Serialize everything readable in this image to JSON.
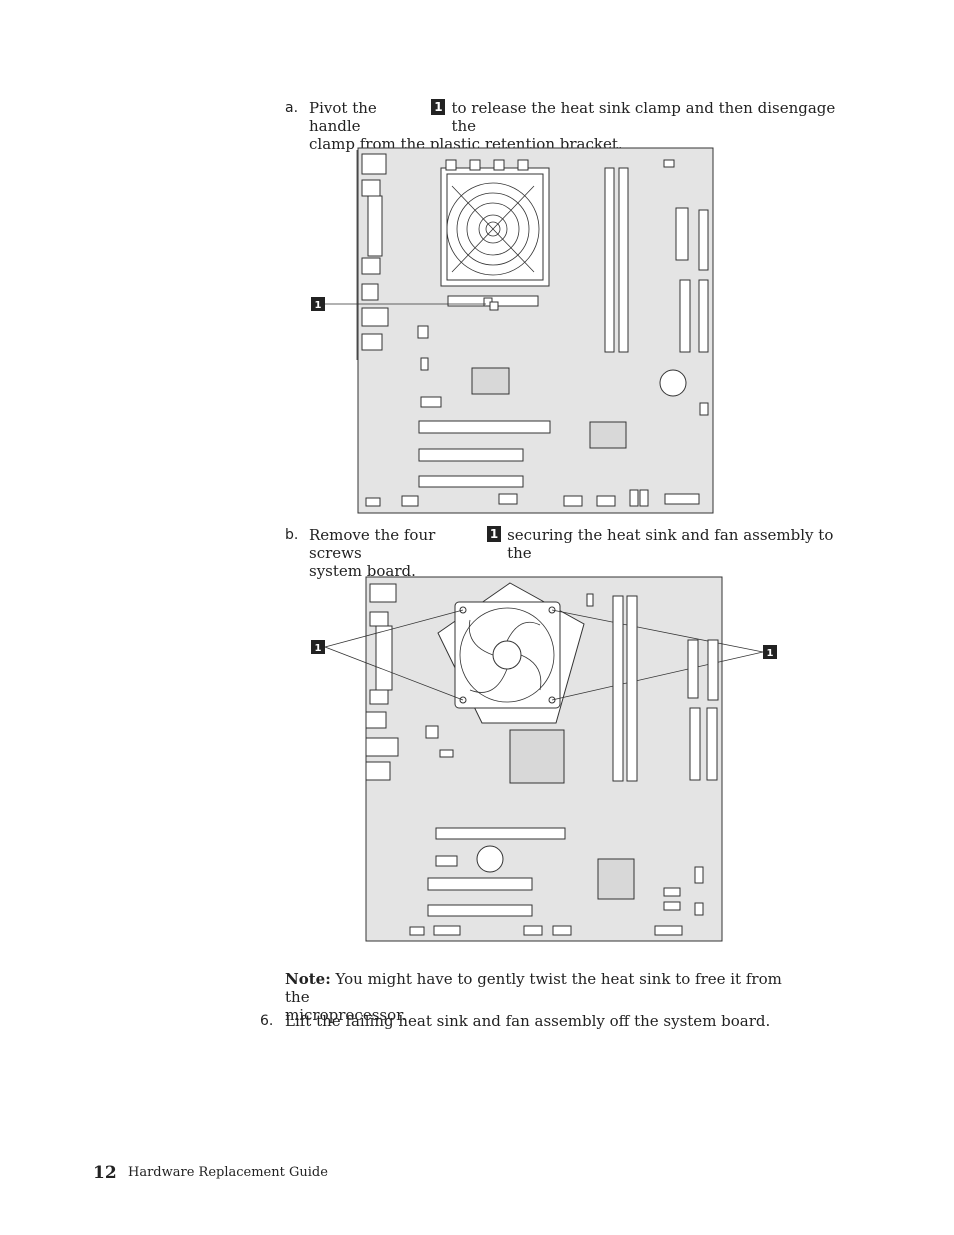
{
  "step_a": {
    "letter": "a.",
    "text_before": "Pivot the handle",
    "callout": "1",
    "text_after": "to release the heat sink clamp and then disengage the",
    "line2": "clamp from the plastic retention bracket."
  },
  "figure1": {
    "callout": "1"
  },
  "step_b": {
    "letter": "b.",
    "text_before": "Remove the four screws",
    "callout": "1",
    "text_after": "securing the heat sink and fan assembly to the",
    "line2": "system board."
  },
  "figure2": {
    "callout_left": "1",
    "callout_right": "1"
  },
  "note": {
    "label": "Note:",
    "line1": "You might have to gently twist the heat sink to free it from the",
    "line2": "microprocessor."
  },
  "step_6": {
    "number": "6.",
    "text": "Lift the failing heat sink and fan assembly off the system board."
  },
  "footer": {
    "page_number": "12",
    "title": "Hardware Replacement Guide"
  }
}
